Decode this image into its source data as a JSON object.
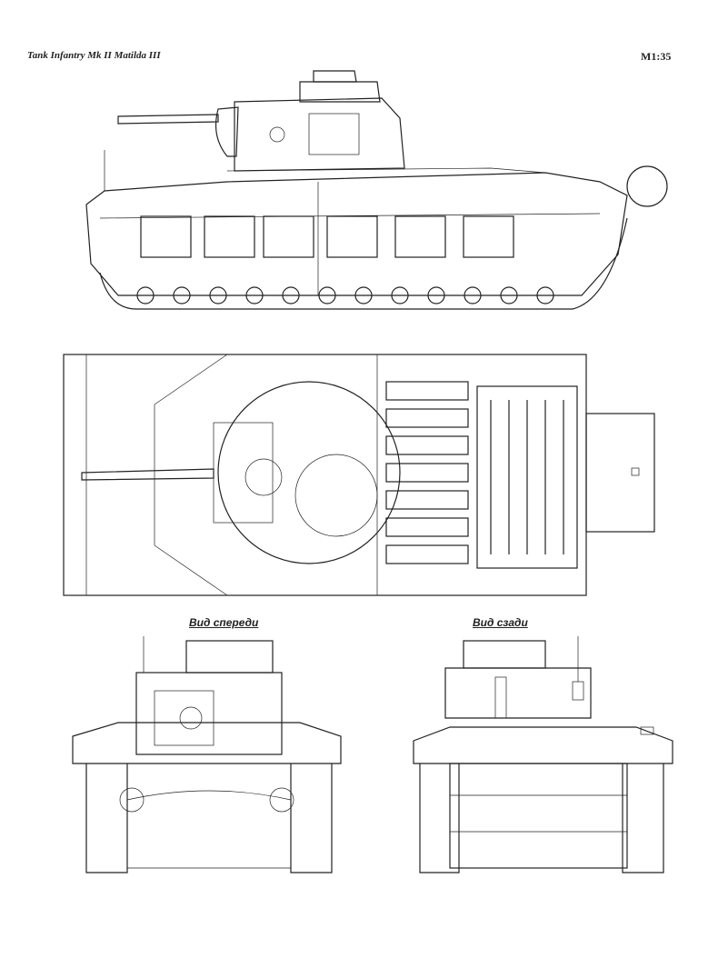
{
  "header": {
    "title": "Tank Infantry Mk II Matilda III",
    "scale": "M1:35"
  },
  "views": {
    "front_label": "Вид спереди",
    "rear_label": "Вид сзади"
  }
}
